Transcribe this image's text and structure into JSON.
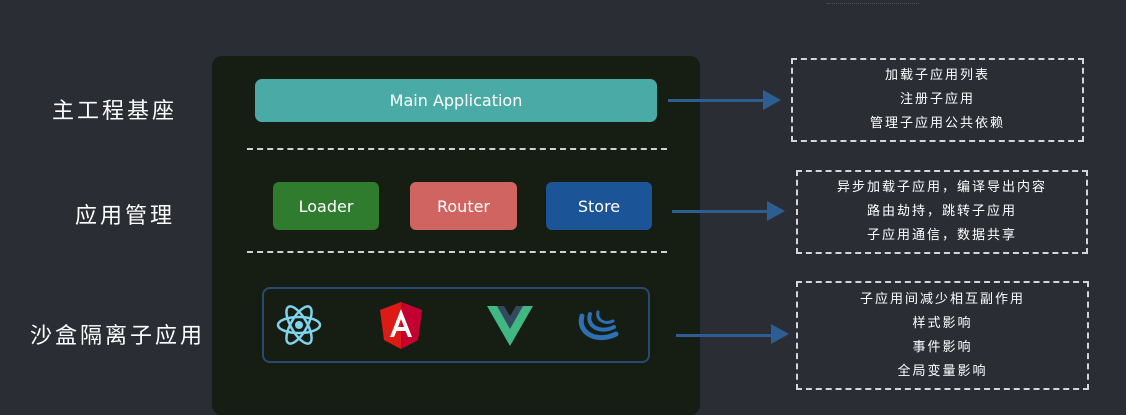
{
  "rows": {
    "main": "主工程基座",
    "app": "应用管理",
    "sandbox": "沙盒隔离子应用"
  },
  "main_app": {
    "label": "Main Application"
  },
  "modules": {
    "loader": "Loader",
    "router": "Router",
    "store": "Store"
  },
  "frameworks": [
    "react-icon",
    "angular-icon",
    "vue-icon",
    "jquery-icon"
  ],
  "notes": {
    "main": [
      "加载子应用列表",
      "注册子应用",
      "管理子应用公共依赖"
    ],
    "app": [
      "异步加载子应用，编译导出内容",
      "路由劫持，跳转子应用",
      "子应用通信，数据共享"
    ],
    "sandbox": [
      "子应用间减少相互副作用",
      "样式影响",
      "事件影响",
      "全局变量影响"
    ]
  },
  "colors": {
    "background": "#2b2d34",
    "panel": "#161e14",
    "main_app": "#4aaba6",
    "loader": "#2f7c2f",
    "router": "#d06460",
    "store": "#1c5597",
    "arrow": "#2c5e92"
  }
}
